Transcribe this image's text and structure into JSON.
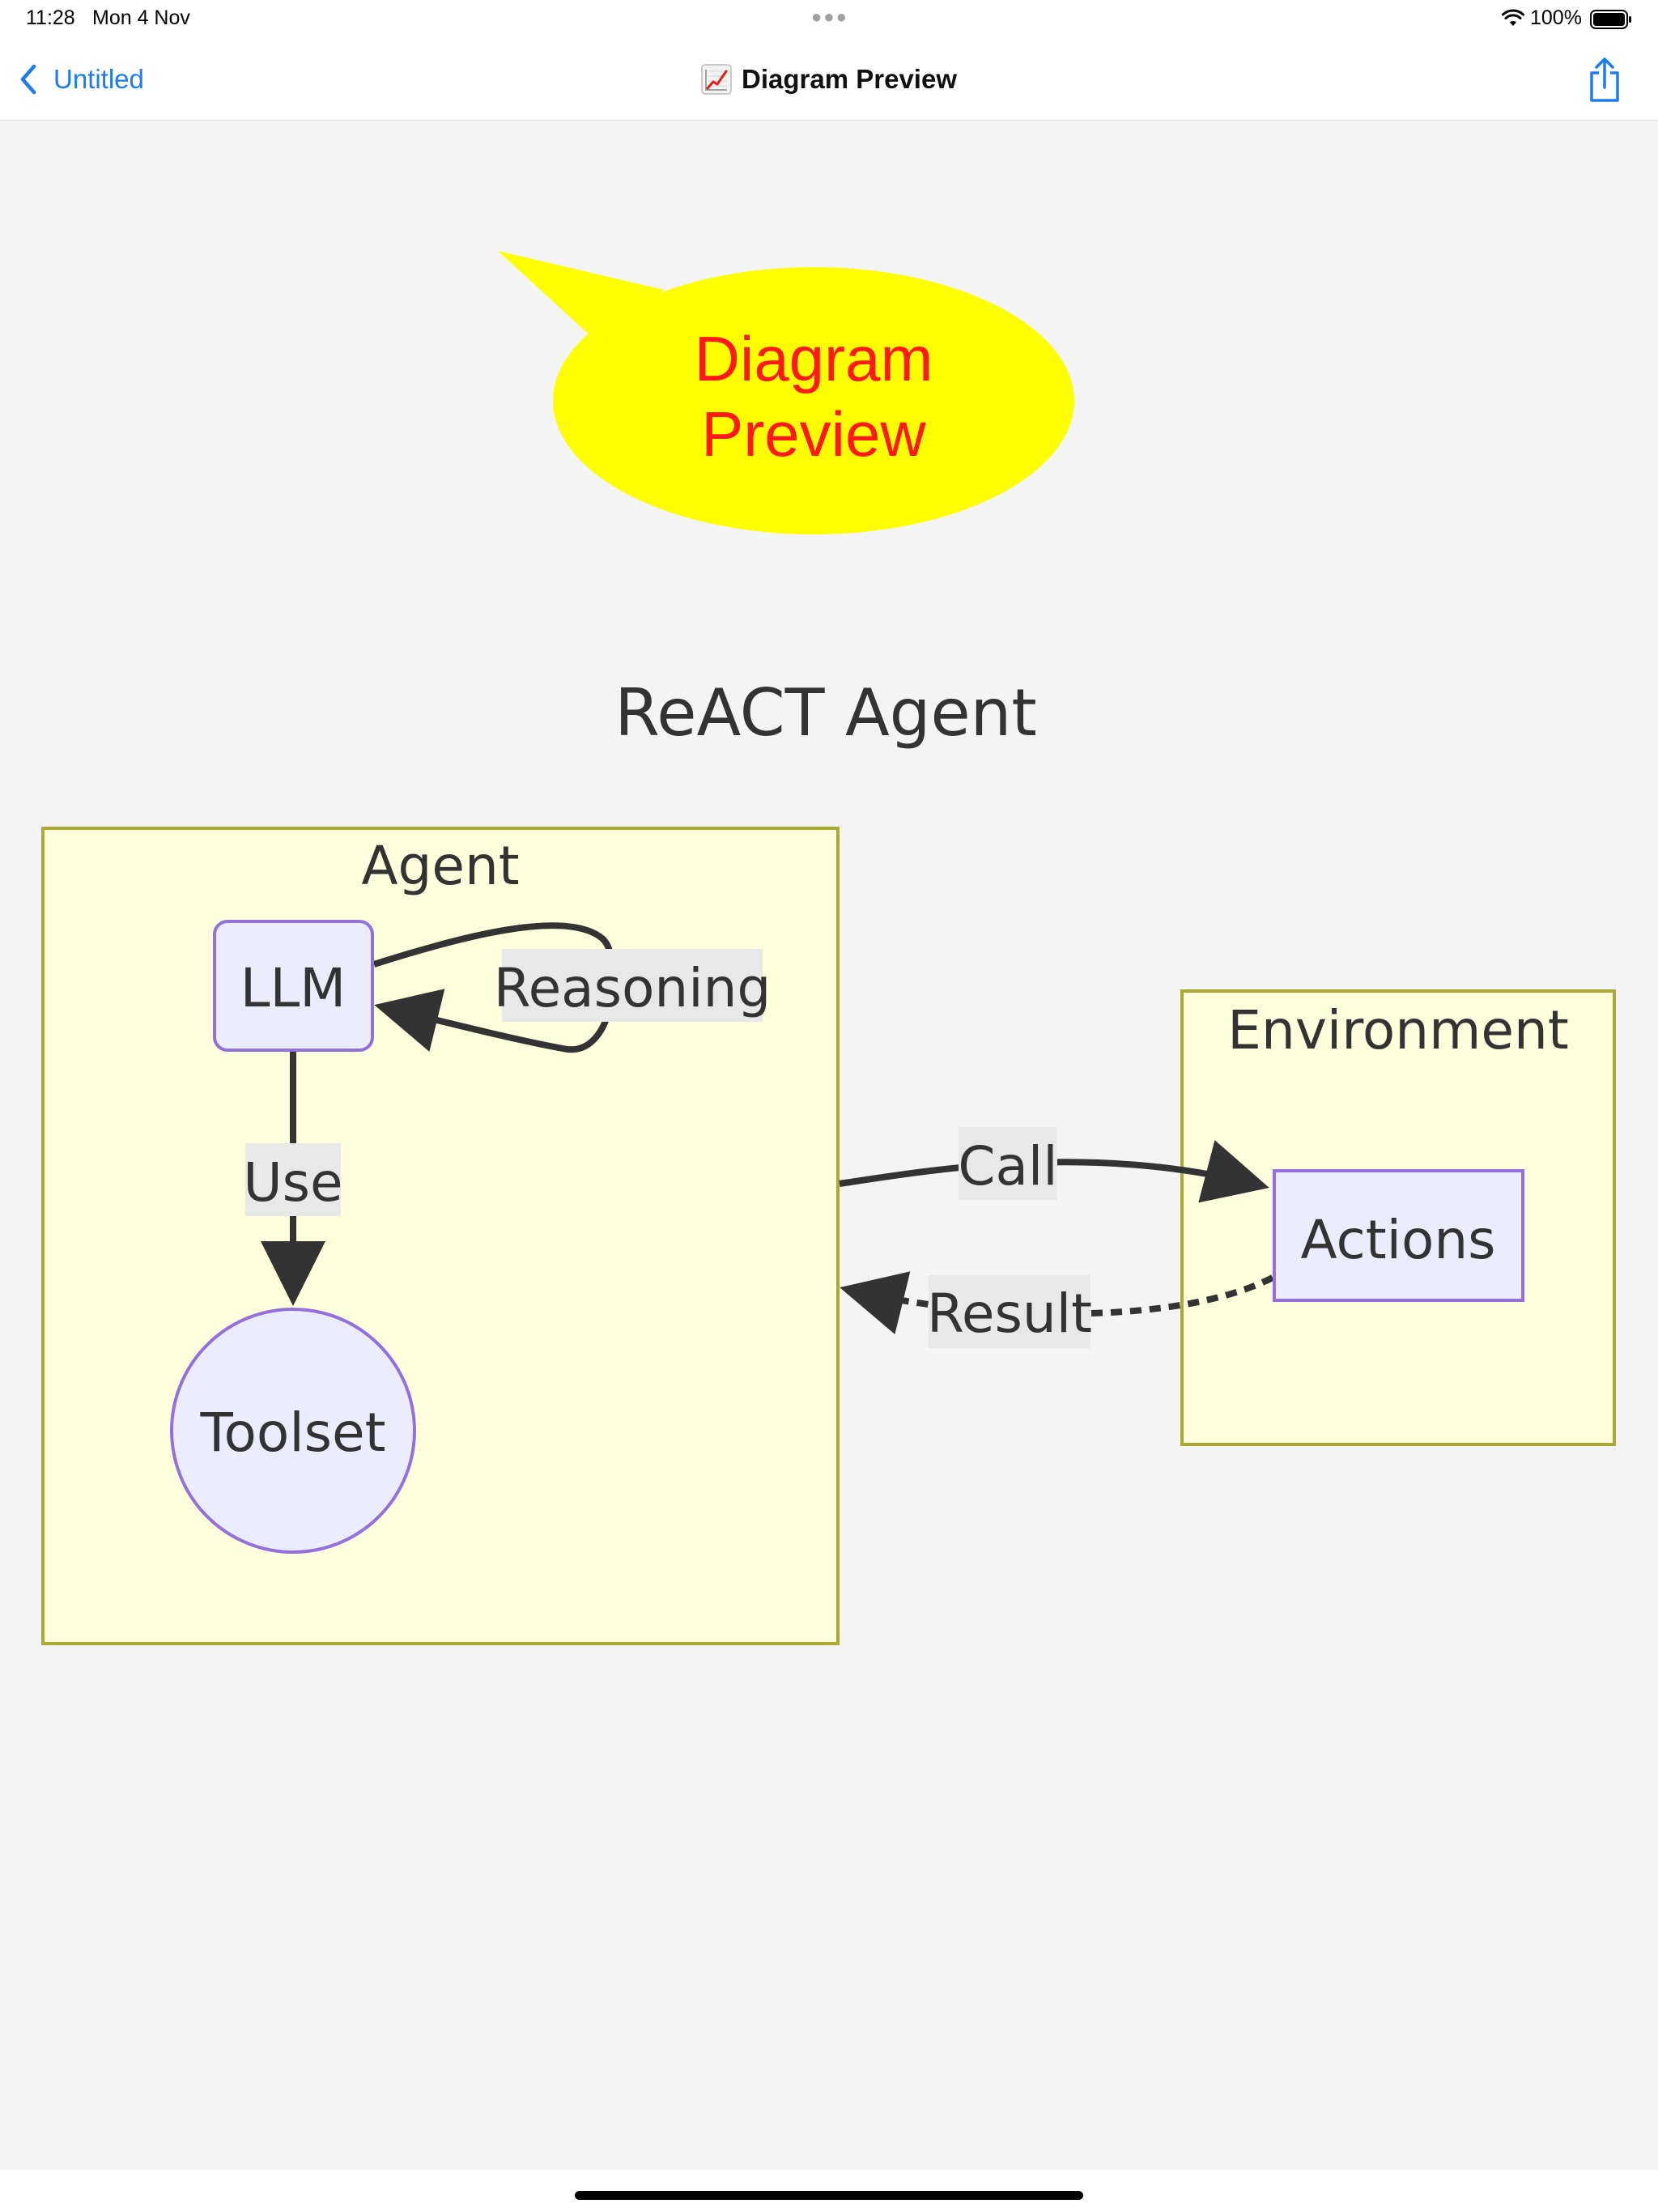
{
  "status_bar": {
    "time": "11:28",
    "date": "Mon 4 Nov",
    "battery": "100%"
  },
  "nav": {
    "back_label": "Untitled",
    "title": "Diagram Preview",
    "title_icon": "chart-increasing-emoji"
  },
  "callout": {
    "line1": "Diagram",
    "line2": "Preview",
    "fill": "#ffff00",
    "text_color": "#ff1a1a"
  },
  "diagram": {
    "title": "ReACT Agent",
    "subgraphs": {
      "agent": "Agent",
      "environment": "Environment"
    },
    "nodes": {
      "llm": "LLM",
      "toolset": "Toolset",
      "actions": "Actions"
    },
    "edges": {
      "reasoning": "Reasoning",
      "use": "Use",
      "call": "Call",
      "result": "Result"
    },
    "colors": {
      "subgraph_fill": "#ffffde",
      "subgraph_stroke": "#aaaa33",
      "node_fill": "#ececff",
      "node_stroke": "#9370db",
      "edge": "#333333",
      "edge_label_bg": "#e8e8e8"
    }
  }
}
